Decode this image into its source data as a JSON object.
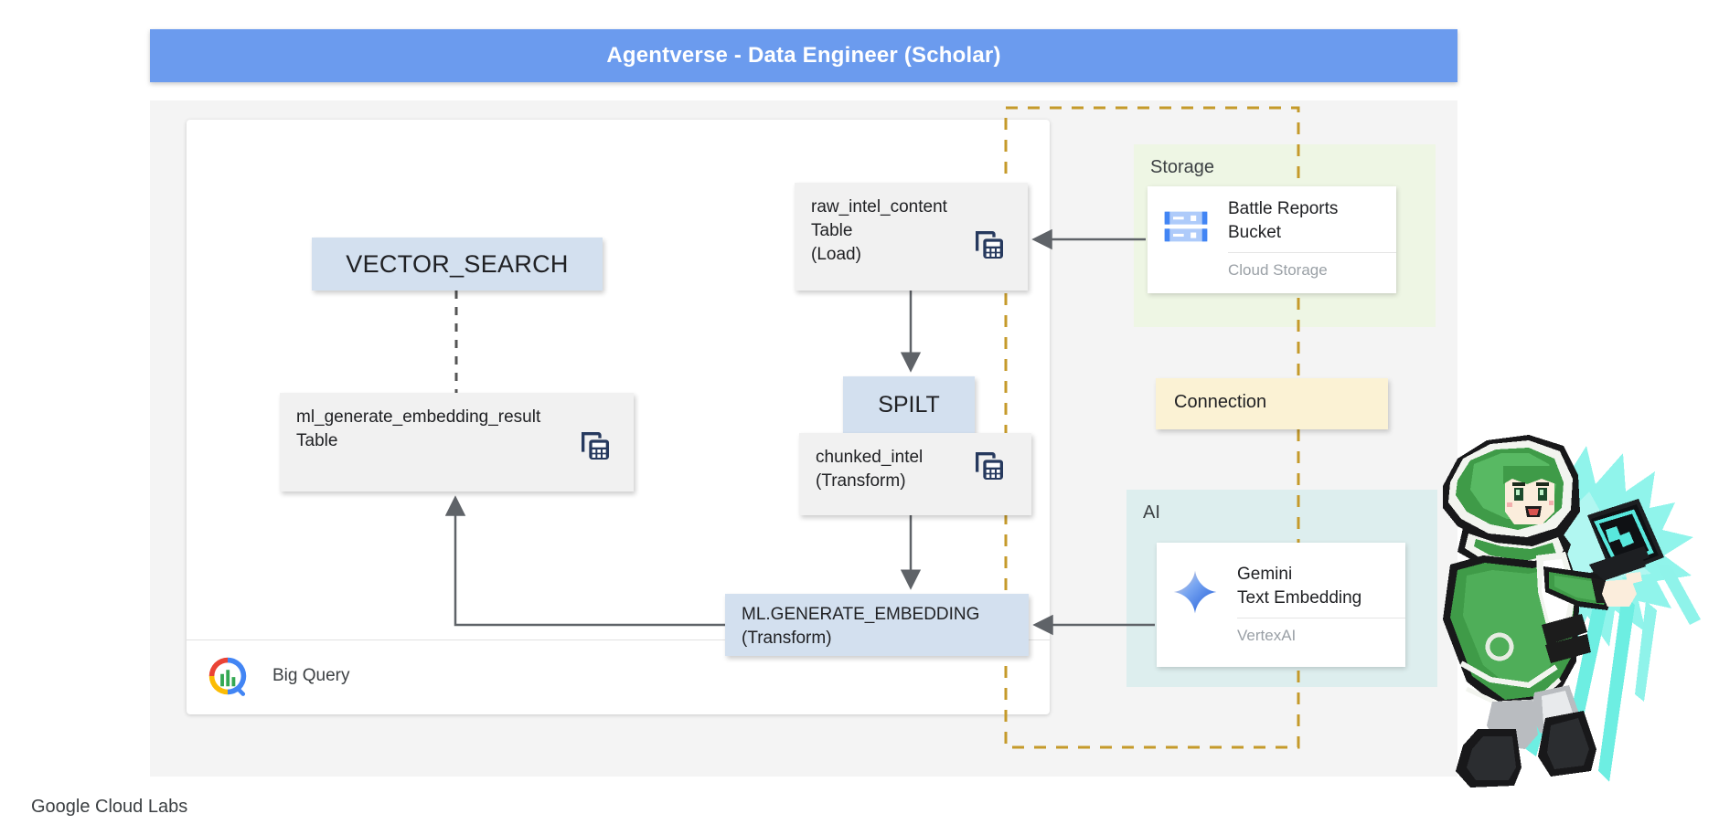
{
  "header": {
    "title": "Agentverse - Data Engineer (Scholar)",
    "bar_color": "#6b9bee"
  },
  "footer": {
    "text": "Google Cloud Labs"
  },
  "bigquery_panel": {
    "label": "Big Query",
    "logo_icon": "bigquery-logo-icon"
  },
  "nodes": {
    "vector_search": {
      "label": "VECTOR_SEARCH",
      "fill": "#d3e0ef"
    },
    "ml_result": {
      "label": "ml_generate_embedding_result\nTable",
      "fill": "#f1f1f1",
      "icon": "bigquery-table-icon"
    },
    "raw_intel": {
      "label": "raw_intel_content\nTable\n(Load)",
      "fill": "#f1f1f1",
      "icon": "bigquery-table-icon"
    },
    "spilt": {
      "label": "SPILT",
      "fill": "#d3e0ef"
    },
    "chunked_intel": {
      "label": "chunked_intel\n(Transform)",
      "fill": "#f1f1f1",
      "icon": "bigquery-table-icon"
    },
    "ml_generate_embedding": {
      "label": "ML.GENERATE_EMBEDDING\n(Transform)",
      "fill": "#d3e0ef"
    }
  },
  "groups": {
    "storage": {
      "title": "Storage",
      "fill": "#eef6e4"
    },
    "ai": {
      "title": "AI",
      "fill": "#ddeeee"
    }
  },
  "services": {
    "bucket": {
      "name": "Battle Reports\nBucket",
      "subtitle": "Cloud Storage",
      "icon": "cloud-storage-icon"
    },
    "gemini": {
      "name": "Gemini\nText Embedding",
      "subtitle": "VertexAI",
      "icon": "gemini-spark-icon"
    }
  },
  "connection": {
    "label": "Connection",
    "fill": "#fbf2d4",
    "border_color": "#c59a2a"
  },
  "character": {
    "name": "scholar-sprite",
    "description": "green-hooded pixel-art scholar casting a glowing spellbook"
  }
}
